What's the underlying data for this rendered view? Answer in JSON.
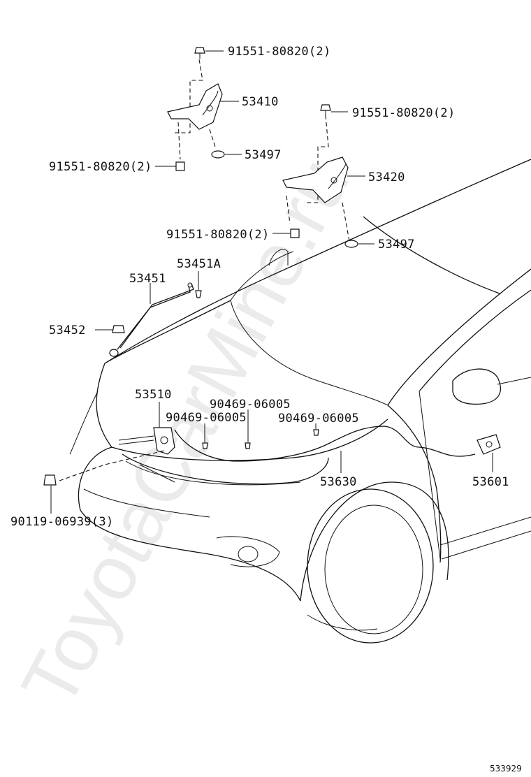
{
  "watermark": "ToyotaCarMine.ru",
  "diagram_id": "533929",
  "labels": {
    "bolt_top_hinge_l": "91551-80820(2)",
    "hinge_l": "53410",
    "washer_l": "53497",
    "bolt_bottom_hinge_l": "91551-80820(2)",
    "bolt_top_hinge_r": "91551-80820(2)",
    "hinge_r": "53420",
    "bolt_bottom_hinge_r": "91551-80820(2)",
    "washer_r": "53497",
    "stay_clip": "53451A",
    "stay_rod": "53451",
    "stay_holder": "53452",
    "hood_lock": "53510",
    "clip_1": "90469-06005",
    "clip_2": "90469-06005",
    "clip_3": "90469-06005",
    "release_cable": "53630",
    "release_lever": "53601",
    "lock_bolt": "90119-06939(3)"
  }
}
